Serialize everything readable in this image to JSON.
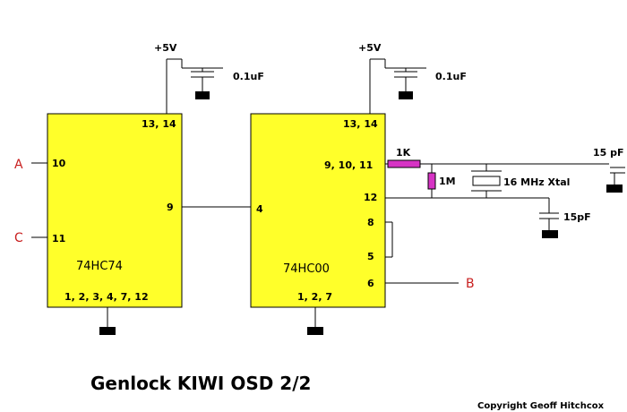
{
  "supplies": {
    "left": "+5V",
    "right": "+5V"
  },
  "decoupling": {
    "left": "0.1uF",
    "right": "0.1uF"
  },
  "chip1": {
    "name": "74HC74",
    "pin_power": "13, 14",
    "pin_in_a": "10",
    "pin_in_c": "11",
    "pin_out": "9",
    "pin_gnd": "1, 2, 3, 4, 7, 12"
  },
  "chip2": {
    "name": "74HC00",
    "pin_power": "13, 14",
    "pin_in": "4",
    "pin_osc": "9, 10, 11",
    "pin_12": "12",
    "pin_8": "8",
    "pin_5": "5",
    "pin_6": "6",
    "pin_gnd": "1, 2, 7"
  },
  "signals": {
    "a": "A",
    "c": "C",
    "b": "B"
  },
  "components": {
    "r1": "1K",
    "r2": "1M",
    "crystal": "16 MHz Xtal",
    "cap_top": "15 pF",
    "cap_bottom": "15pF"
  },
  "title": "Genlock KIWI OSD  2/2",
  "copyright": "Copyright  Geoff Hitchcox",
  "colors": {
    "chip_fill": "#ffff2a",
    "resistor_fill": "#d633c4",
    "signal_text": "#c81e1e"
  }
}
